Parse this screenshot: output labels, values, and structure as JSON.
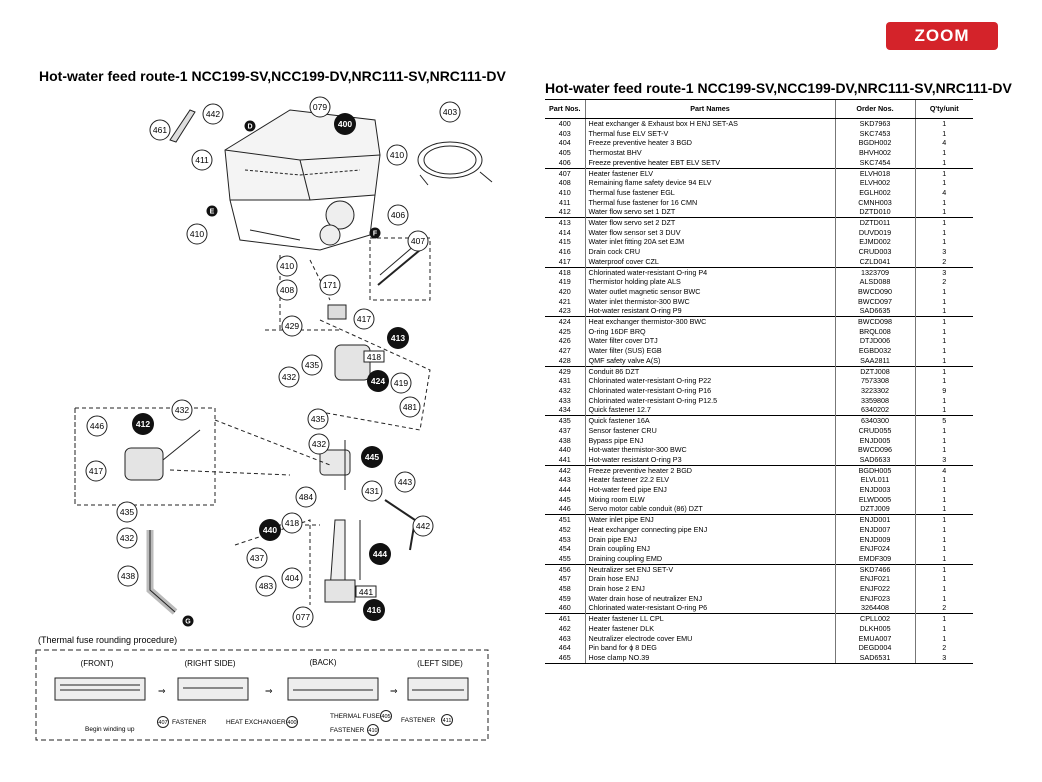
{
  "zoom_button": {
    "label": "ZOOM"
  },
  "diagram": {
    "title": "Hot-water feed route-1 NCC199-SV,NCC199-DV,NRC111-SV,NRC111-DV",
    "callouts_white": [
      "079",
      "442",
      "461",
      "411",
      "410",
      "410",
      "410",
      "408",
      "171",
      "403",
      "406",
      "407",
      "429",
      "417",
      "432",
      "435",
      "419",
      "481",
      "432",
      "435",
      "446",
      "417",
      "432",
      "484",
      "431",
      "443",
      "442",
      "435",
      "432",
      "438",
      "418",
      "437",
      "483",
      "404",
      "077",
      "441"
    ],
    "callouts_black": [
      "400",
      "413",
      "424",
      "412",
      "445",
      "440",
      "444",
      "416"
    ],
    "letter_markers": [
      "D",
      "E",
      "F",
      "G"
    ],
    "box_labels": [
      "418",
      "441"
    ],
    "thermal_fuse_title": "(Thermal fuse rounding procedure)",
    "views": [
      "(FRONT)",
      "(RIGHT SIDE)",
      "(BACK)",
      "(LEFT SIDE)"
    ],
    "view_labels": {
      "begin": "Begin winding up",
      "fastener_a": "FASTENER",
      "heat_exchanger": "HEAT EXCHANGER",
      "thermal_fuse": "THERMAL FUSE",
      "fastener_b": "FASTENER",
      "fastener_c": "FASTENER"
    },
    "view_numbers": [
      "407",
      "400",
      "405",
      "410",
      "411"
    ],
    "arrow": "⇒"
  },
  "parts_table": {
    "title": "Hot-water feed route-1 NCC199-SV,NCC199-DV,NRC111-SV,NRC111-DV",
    "headers": [
      "Part Nos.",
      "Part Names",
      "Order Nos.",
      "Q'ty/unit"
    ],
    "groups": [
      [
        [
          "400",
          "Heat exchanger & Exhaust box H ENJ SET-AS",
          "SKD7963",
          "1"
        ],
        [
          "403",
          "Thermal fuse ELV SET-V",
          "SKC7453",
          "1"
        ],
        [
          "404",
          "Freeze preventive heater 3      BGD",
          "BGDH002",
          "4"
        ],
        [
          "405",
          "Thermostat          BHV",
          "BHVH002",
          "1"
        ],
        [
          "406",
          "Freeze preventive heater EBT ELV SETV",
          "SKC7454",
          "1"
        ]
      ],
      [
        [
          "407",
          "Heater fastener          ELV",
          "ELVH018",
          "1"
        ],
        [
          "408",
          "Remaining flame safety device 94        ELV",
          "ELVH002",
          "1"
        ],
        [
          "410",
          "Thermal fuse fastener     EGL",
          "EGLH002",
          "4"
        ],
        [
          "411",
          "Thermal fuse fastener for 16  CMN",
          "CMNH003",
          "1"
        ],
        [
          "412",
          "Water flow servo set 1  DZT",
          "DZTD010",
          "1"
        ]
      ],
      [
        [
          "413",
          "Water flow servo set 2  DZT",
          "DZTD011",
          "1"
        ],
        [
          "414",
          "Water flow sensor set 3       DUV",
          "DUVD019",
          "1"
        ],
        [
          "415",
          "Water inlet fitting 20A set   EJM",
          "EJMD002",
          "1"
        ],
        [
          "416",
          "Drain cock          CRU",
          "CRUD003",
          "3"
        ],
        [
          "417",
          "Waterproof cover          CZL",
          "CZLD041",
          "2"
        ]
      ],
      [
        [
          "418",
          "Chlorinated water-resistant O-ring P4",
          "1323709",
          "3"
        ],
        [
          "419",
          "Thermistor holding plate       ALS",
          "ALSD088",
          "2"
        ],
        [
          "420",
          "Water outlet magnetic sensor      BWC",
          "BWCD090",
          "1"
        ],
        [
          "421",
          "Water inlet thermistor-300      BWC",
          "BWCD097",
          "1"
        ],
        [
          "423",
          "Hot-water resistant O-ring P9",
          "SAD6635",
          "1"
        ]
      ],
      [
        [
          "424",
          "Heat exchanger thermistor-300     BWC",
          "BWCD098",
          "1"
        ],
        [
          "425",
          "O-ring 16DF        BRQ",
          "BRQL008",
          "1"
        ],
        [
          "426",
          "Water filter cover       DTJ",
          "DTJD006",
          "1"
        ],
        [
          "427",
          "Water filter (SUS)       EGB",
          "EGBD032",
          "1"
        ],
        [
          "428",
          "QMF safety valve A(S)",
          "SAA2811",
          "1"
        ]
      ],
      [
        [
          "429",
          "Conduit 86         DZT",
          "DZTJ008",
          "1"
        ],
        [
          "431",
          "Chlorinated water-resistant O-ring P22",
          "7573308",
          "1"
        ],
        [
          "432",
          "Chlorinated water-resistant O-ring P16",
          "3223302",
          "9"
        ],
        [
          "433",
          "Chlorinated water-resistant O-ring P12.5",
          "3359808",
          "1"
        ],
        [
          "434",
          "Quick fastener 12.7",
          "6340202",
          "1"
        ]
      ],
      [
        [
          "435",
          "Quick fastener 16A",
          "6340300",
          "5"
        ],
        [
          "437",
          "Sensor fastener          CRU",
          "CRUD055",
          "1"
        ],
        [
          "438",
          "Bypass pipe       ENJ",
          "ENJD005",
          "1"
        ],
        [
          "440",
          "Hot-water thermistor-300     BWC",
          "BWCD096",
          "1"
        ],
        [
          "441",
          "Hot-water resistant O-ring P3",
          "SAD6633",
          "3"
        ]
      ],
      [
        [
          "442",
          "Freeze preventive heater 2       BGD",
          "BGDH005",
          "4"
        ],
        [
          "443",
          "Heater fastener 22.2       ELV",
          "ELVL011",
          "1"
        ],
        [
          "444",
          "Hot-water feed pipe       ENJ",
          "ENJD003",
          "1"
        ],
        [
          "445",
          "Mixing room         ELW",
          "ELWD005",
          "1"
        ],
        [
          "446",
          "Servo motor cable conduit (86) DZT",
          "DZTJ009",
          "1"
        ]
      ],
      [
        [
          "451",
          "Water inlet pipe         ENJ",
          "ENJD001",
          "1"
        ],
        [
          "452",
          "Heat exchanger connecting pipe    ENJ",
          "ENJD007",
          "1"
        ],
        [
          "453",
          "Drain pipe         ENJ",
          "ENJD009",
          "1"
        ],
        [
          "454",
          "Drain coupling        ENJ",
          "ENJF024",
          "1"
        ],
        [
          "455",
          "Draining coupling         EMD",
          "EMDF309",
          "1"
        ]
      ],
      [
        [
          "456",
          "Neutralizer set ENJ SET-V",
          "SKD7466",
          "1"
        ],
        [
          "457",
          "Drain hose         ENJ",
          "ENJF021",
          "1"
        ],
        [
          "458",
          "Drain hose 2       ENJ",
          "ENJF022",
          "1"
        ],
        [
          "459",
          "Water drain hose of neutralizer      ENJ",
          "ENJF023",
          "1"
        ],
        [
          "460",
          "Chlorinated water-resistant O-ring P6",
          "3264408",
          "2"
        ]
      ],
      [
        [
          "461",
          "Heater fastener LL CPL",
          "CPLL002",
          "1"
        ],
        [
          "462",
          "Heater fastener         DLK",
          "DLKH005",
          "1"
        ],
        [
          "463",
          "Neutralizer electrode cover   EMU",
          "EMUA007",
          "1"
        ],
        [
          "464",
          "Pin band for ϕ 8     DEG",
          "DEGD004",
          "2"
        ],
        [
          "465",
          "Hose clamp NO.39",
          "SAD6531",
          "3"
        ]
      ]
    ]
  }
}
